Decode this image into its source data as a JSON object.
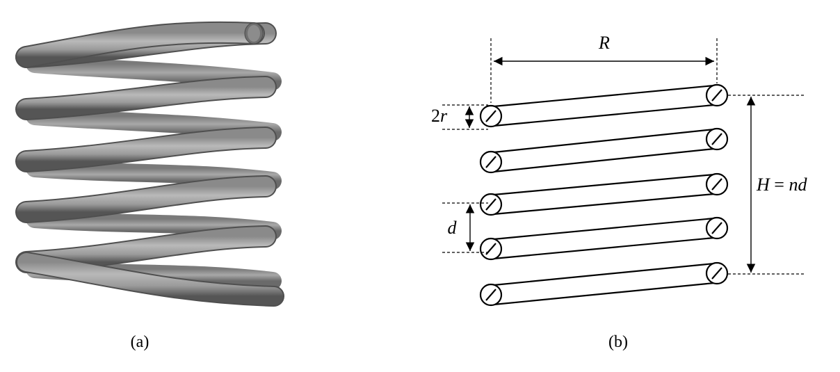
{
  "figure_a": {
    "caption": "(a)",
    "colors": {
      "spring_light": "#b9b9b9",
      "spring_mid": "#8a8a8a",
      "spring_dark": "#555555"
    }
  },
  "figure_b": {
    "caption": "(b)",
    "labels": {
      "radius": "R",
      "wire_diameter_coef": "2",
      "wire_diameter_var": "r",
      "pitch": "d",
      "height_lhs": "H",
      "height_eq": " = ",
      "height_rhs": "nd"
    }
  }
}
